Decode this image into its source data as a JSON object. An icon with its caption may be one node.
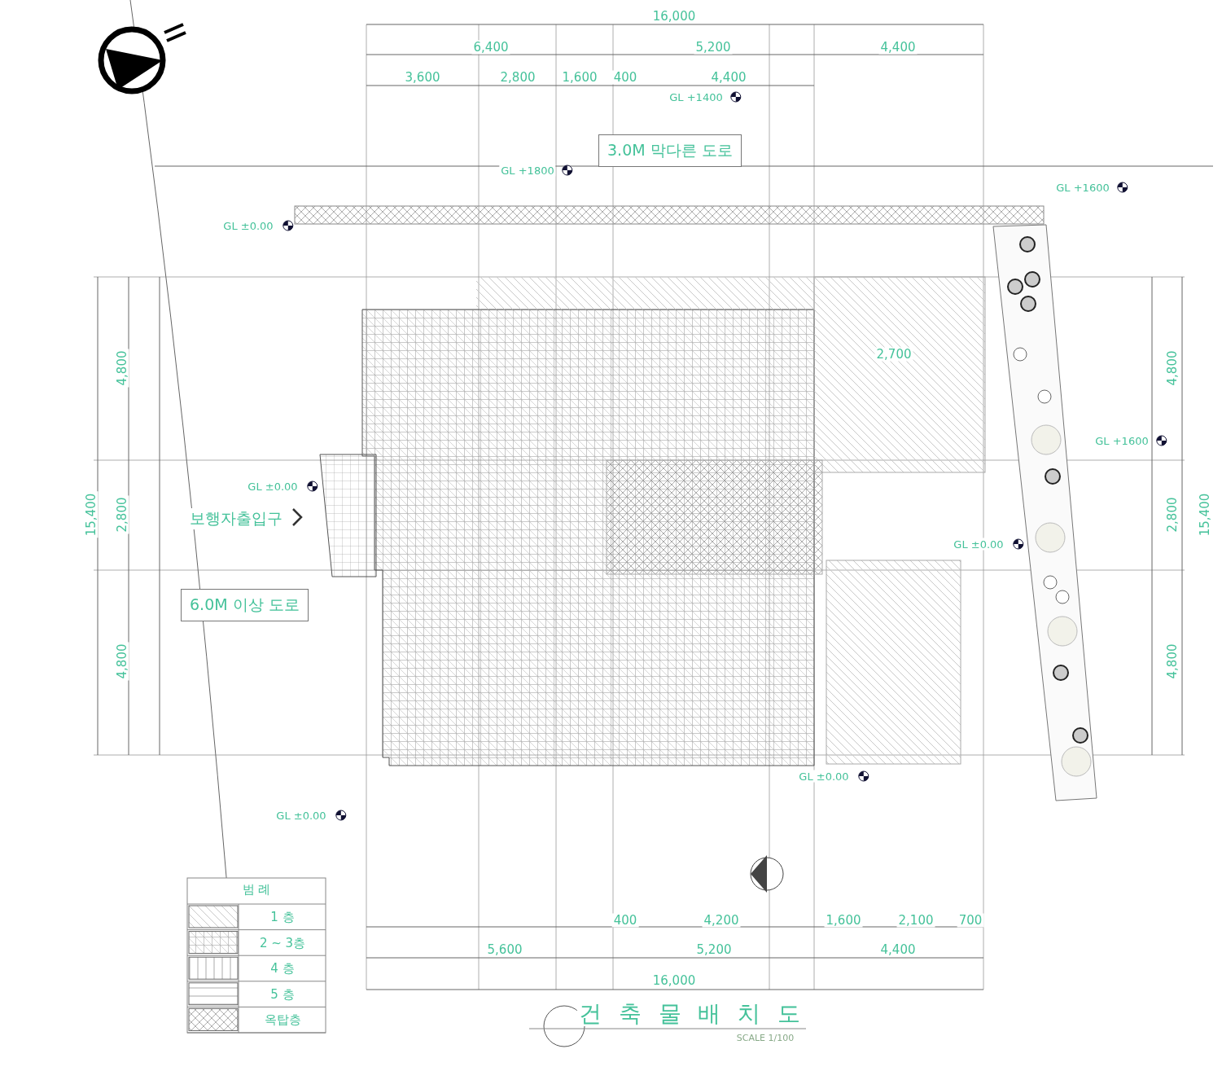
{
  "diagram": {
    "title": "건 축 물 배 치 도",
    "caption": "SCALE 1/100",
    "nodes": [
      {
        "text": [
          "3.0M 막다른 도로"
        ]
      },
      {
        "text": [
          "6.0M 이상 도로"
        ]
      },
      {
        "text": [
          "보행자출입구"
        ]
      }
    ],
    "edges": [],
    "labels": [
      "16,000",
      "6,400",
      "5,200",
      "4,400",
      "3,600",
      "2,800",
      "1,600",
      "400",
      "4,400",
      "GL +1400",
      "GL +1800",
      "GL +1600",
      "GL ±0.00",
      "2,700",
      "GL +1600",
      "GL ±0.00",
      "GL ±0.00",
      "GL ±0.00",
      "GL ±0.00",
      "15,400",
      "4,800",
      "2,800",
      "4,800",
      "4,800",
      "2,800",
      "4,800",
      "15,400",
      "400",
      "4,200",
      "1,600",
      "2,100",
      "700",
      "5,600",
      "5,200",
      "4,400",
      "16,000",
      "범 례"
    ],
    "legend": [
      {
        "text": "1 층"
      },
      {
        "text": "2 ~ 3층"
      },
      {
        "text": "4 층"
      },
      {
        "text": "5 층"
      },
      {
        "text": "옥탑층"
      }
    ]
  }
}
